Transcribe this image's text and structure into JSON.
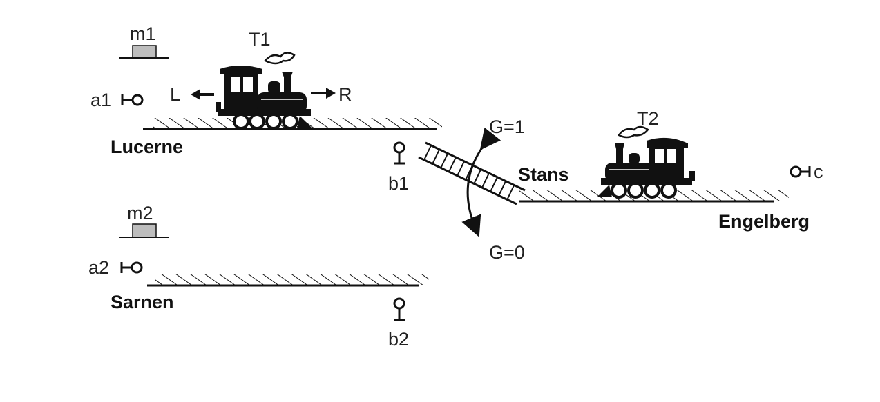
{
  "stations": {
    "lucerne": "Lucerne",
    "sarnen": "Sarnen",
    "stans": "Stans",
    "engelberg": "Engelberg"
  },
  "trains": {
    "t1": "T1",
    "t2": "T2"
  },
  "directions": {
    "left": "L",
    "right": "R"
  },
  "markers": {
    "m1": "m1",
    "m2": "m2"
  },
  "sensors": {
    "a1": "a1",
    "a2": "a2",
    "b1": "b1",
    "b2": "b2",
    "c": "c"
  },
  "switch": {
    "g1": "G=1",
    "g0": "G=0"
  },
  "colors": {
    "ink": "#111111",
    "marker_fill": "#bdbdbd"
  }
}
